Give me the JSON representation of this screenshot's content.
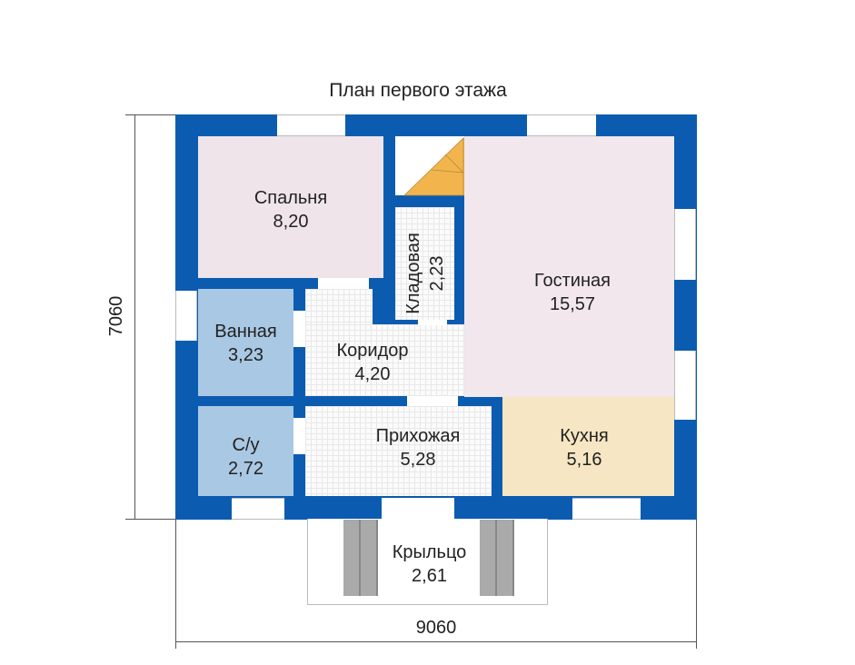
{
  "title": "План первого этажа",
  "dim_width": "9060",
  "dim_height": "7060",
  "colors": {
    "wall": "#0b5cb0",
    "bedroom": "#efe4e9",
    "bath": "#a9c8e3",
    "kitchen": "#f6e6c3",
    "stair": "#f2b54e"
  },
  "rooms": {
    "bedroom": {
      "name": "Спальня",
      "area": "8,20"
    },
    "pantry": {
      "name": "Кладовая",
      "area": "2,23"
    },
    "living": {
      "name": "Гостиная",
      "area": "15,57"
    },
    "bath": {
      "name": "Ванная",
      "area": "3,23"
    },
    "corridor": {
      "name": "Коридор",
      "area": "4,20"
    },
    "wc": {
      "name": "С/у",
      "area": "2,72"
    },
    "hall": {
      "name": "Прихожая",
      "area": "5,28"
    },
    "kitchen": {
      "name": "Кухня",
      "area": "5,16"
    },
    "porch": {
      "name": "Крыльцо",
      "area": "2,61"
    }
  }
}
